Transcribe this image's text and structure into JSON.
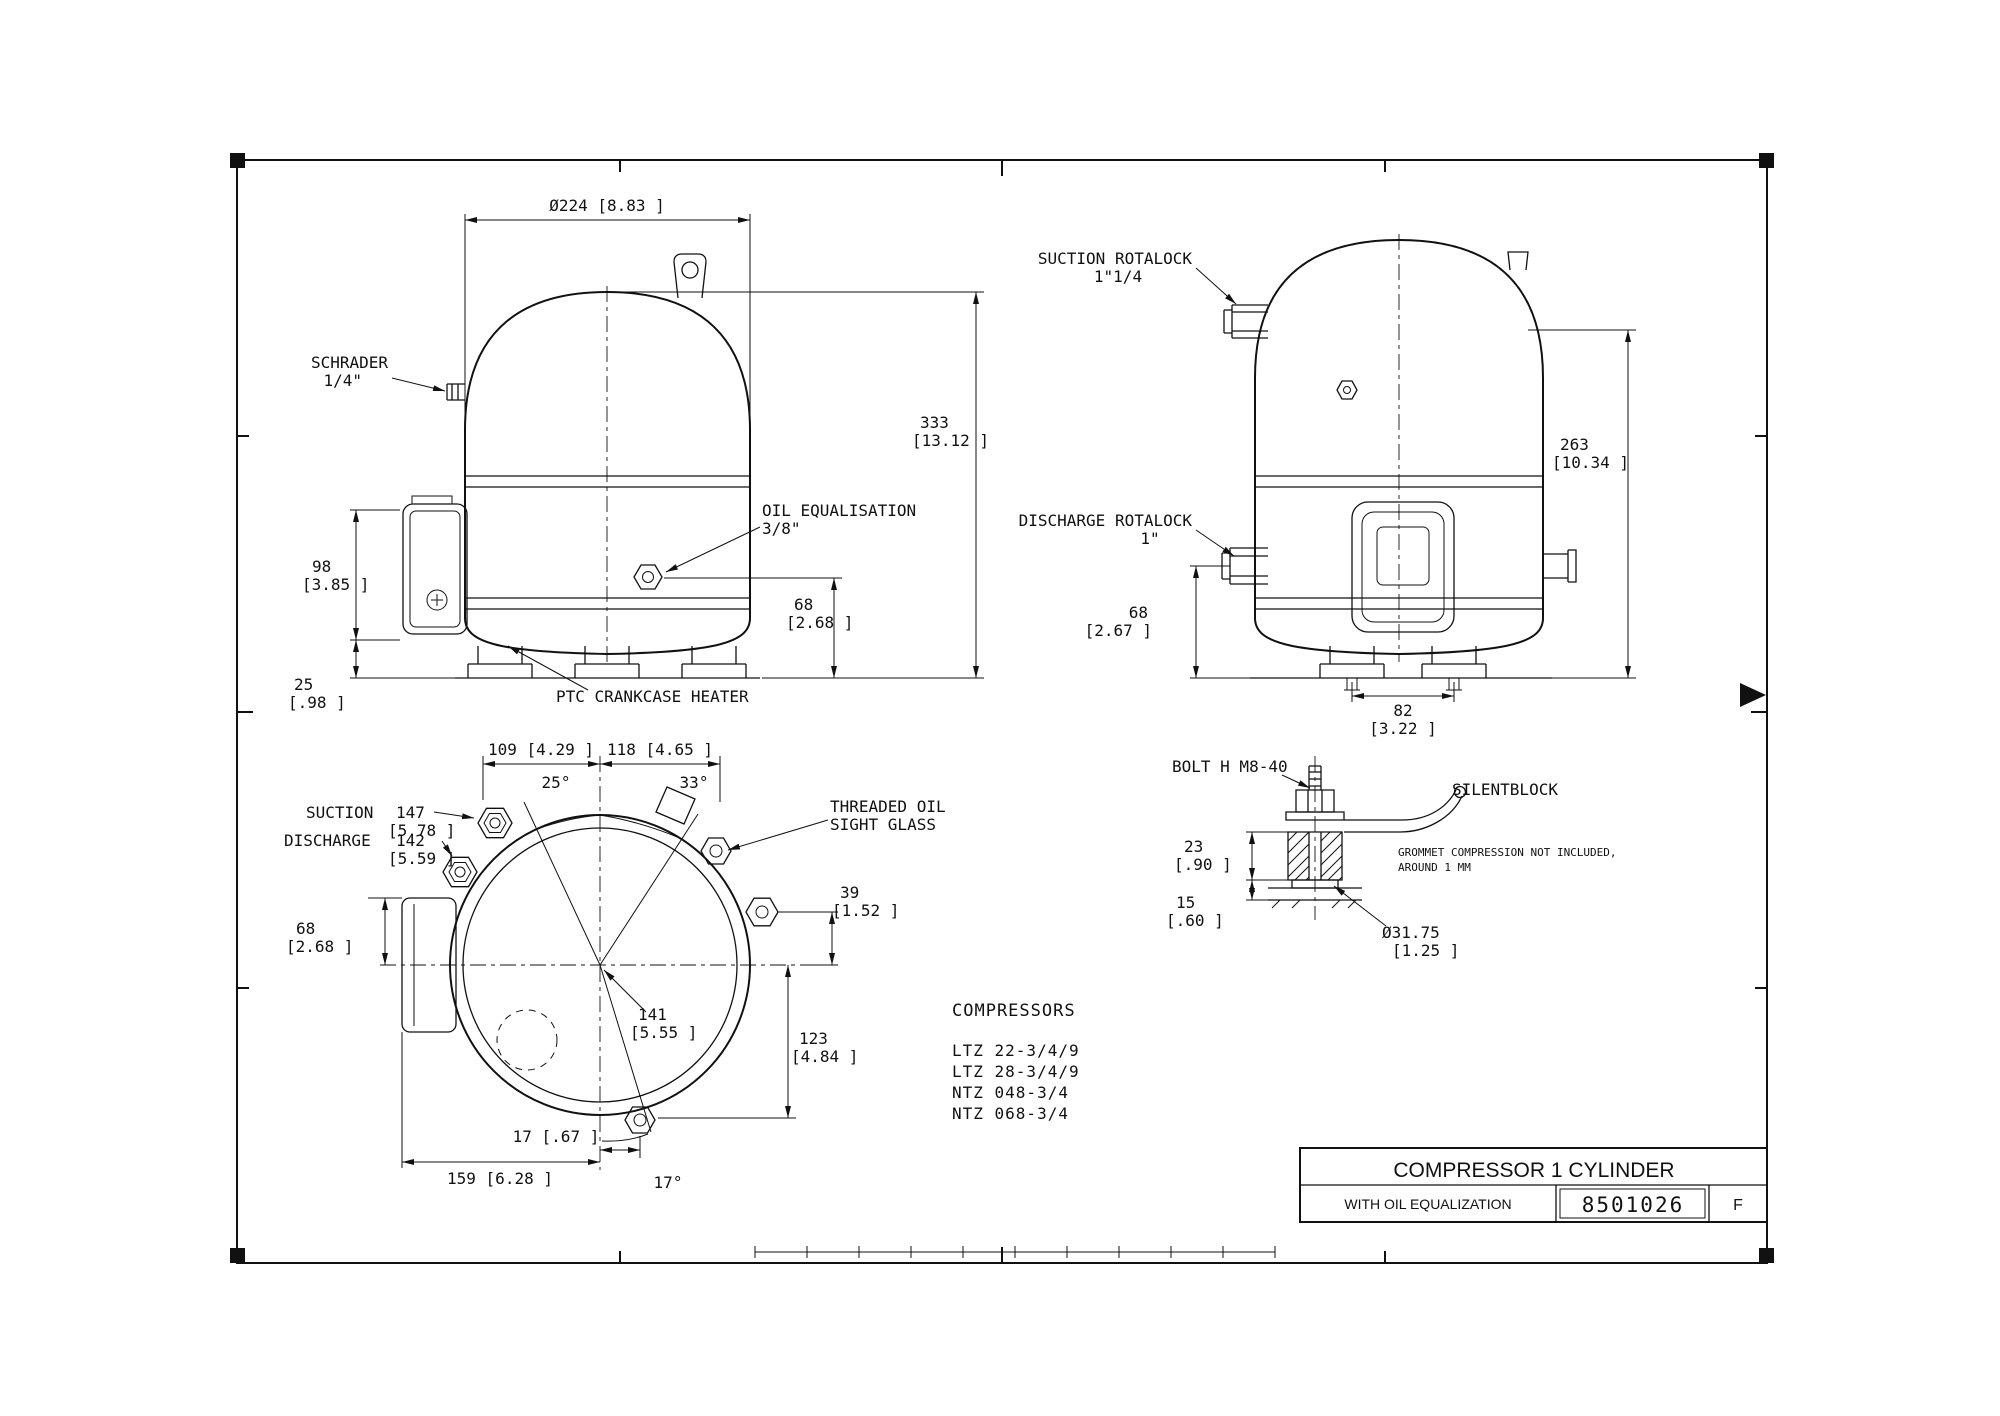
{
  "colors": {
    "ink": "#111111",
    "paper": "#ffffff"
  },
  "title_block": {
    "title": "COMPRESSOR 1 CYLINDER",
    "subtitle": "WITH OIL EQUALIZATION",
    "drawing_number": "8501026",
    "revision": "F"
  },
  "compressors": {
    "heading": "COMPRESSORS",
    "models": [
      "LTZ 22-3/4/9",
      "LTZ 28-3/4/9",
      "NTZ 048-3/4",
      "NTZ 068-3/4"
    ]
  },
  "front_view": {
    "diameter": "Ø224 [8.83 ]",
    "height_mm": "333",
    "height_in": "[13.12 ]",
    "box_height_mm": "98",
    "box_height_in": "[3.85 ]",
    "base_mm": "25",
    "base_in": "[.98 ]",
    "oil_height_mm": "68",
    "oil_height_in": "[2.68 ]",
    "schrader_line1": "SCHRADER",
    "schrader_line2": "1/4\"",
    "oil_eq_line1": "OIL EQUALISATION",
    "oil_eq_line2": "3/8\"",
    "ptc_label": "PTC CRANKCASE HEATER"
  },
  "right_view": {
    "suction_line1": "SUCTION ROTALOCK",
    "suction_line2": "1\"1/4",
    "discharge_line1": "DISCHARGE ROTALOCK",
    "discharge_line2": "1\"",
    "height_mm": "263",
    "height_in": "[10.34 ]",
    "discharge_height_mm": "68",
    "discharge_height_in": "[2.67 ]",
    "bolt_spacing_mm": "82",
    "bolt_spacing_in": "[3.22 ]"
  },
  "top_view": {
    "dim_109": "109 [4.29 ]",
    "dim_118": "118 [4.65 ]",
    "angle_25": "25°",
    "angle_33": "33°",
    "angle_17": "17°",
    "suction_label": "SUCTION",
    "suction_mm": "147",
    "suction_in": "[5.78 ]",
    "discharge_label": "DISCHARGE",
    "discharge_mm": "142",
    "discharge_in": "[5.59 ]",
    "offset_68_mm": "68",
    "offset_68_in": "[2.68 ]",
    "offset_39_mm": "39",
    "offset_39_in": "[1.52 ]",
    "radius_141_mm": "141",
    "radius_141_in": "[5.55 ]",
    "offset_123_mm": "123",
    "offset_123_in": "[4.84 ]",
    "dim_17": "17 [.67 ]",
    "dim_159": "159 [6.28 ]",
    "sight_glass_line1": "THREADED OIL",
    "sight_glass_line2": "SIGHT GLASS"
  },
  "silentblock": {
    "bolt_label": "BOLT H M8-40",
    "title": "SILENTBLOCK",
    "grommet_mm": "23",
    "grommet_in": "[.90 ]",
    "base_mm": "15",
    "base_in": "[.60 ]",
    "diameter": "Ø31.75",
    "diameter_in": "[1.25 ]",
    "note_line1": "GROMMET COMPRESSION NOT INCLUDED,",
    "note_line2": "AROUND 1 MM"
  }
}
